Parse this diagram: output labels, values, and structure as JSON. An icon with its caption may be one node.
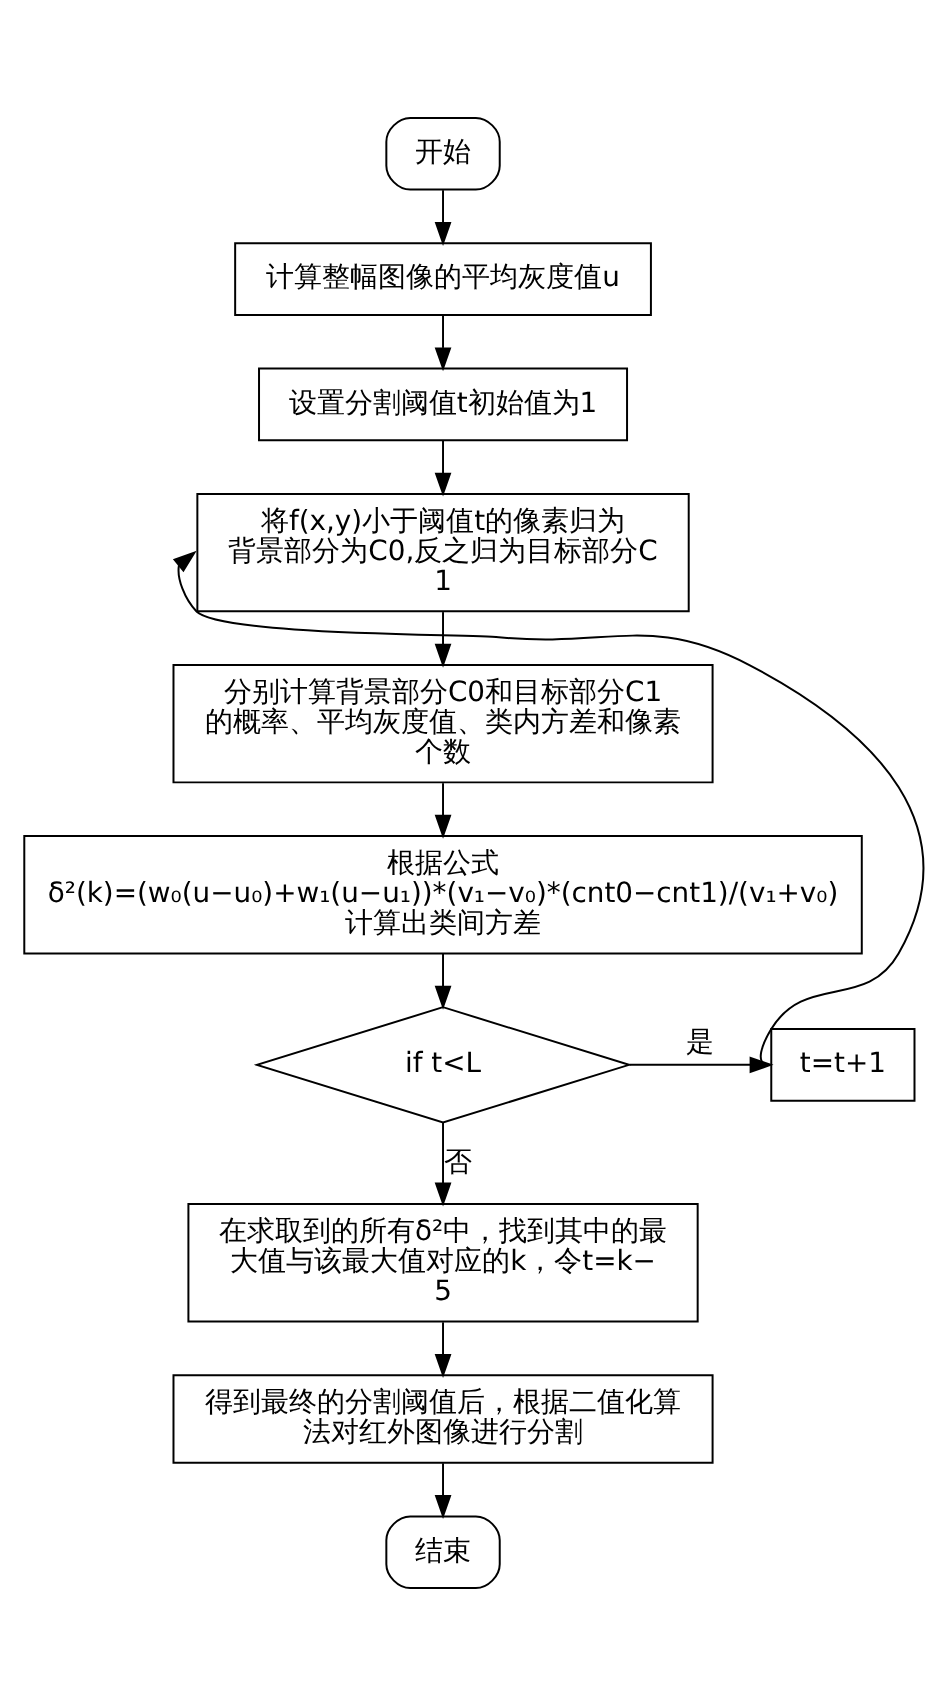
{
  "diagram": {
    "nodes": [
      {
        "text": [
          "开始"
        ]
      },
      {
        "text": [
          "计算整幅图像的平均灰度值u"
        ]
      },
      {
        "text": [
          "设置分割阈值t初始值为1"
        ]
      },
      {
        "text": [
          "将f(x,y)小于阈值t的像素归为背景部分为C0,反之归为目标部分C1"
        ]
      },
      {
        "text": [
          "分别计算背景部分C0和目标部分C1的概率、平均灰度值、类内方差和像素个数"
        ]
      },
      {
        "text": [
          "根据公式",
          "δ²(k)=(w₀(u−u₀)+w₁(u−u₁))*(v₁−v₀)*(cnt0−cnt1)/(v₁+v₀)",
          "计算出类间方差"
        ]
      },
      {
        "text": [
          "if t<L"
        ]
      },
      {
        "text": [
          "t=t+1"
        ]
      },
      {
        "text": [
          "在求取到的所有δ²中，找到其中的最大值与该最大值对应的k，令t=k−5"
        ]
      },
      {
        "text": [
          "得到最终的分割阈值后，根据二值化算法对红外图像进行分割"
        ]
      },
      {
        "text": [
          "结束"
        ]
      }
    ],
    "edges": [
      {
        "from": 0,
        "to": 1,
        "arrow": "to"
      },
      {
        "from": 1,
        "to": 2,
        "arrow": "to"
      },
      {
        "from": 2,
        "to": 3,
        "arrow": "to"
      },
      {
        "from": 3,
        "to": 4,
        "arrow": "to"
      },
      {
        "from": 4,
        "to": 5,
        "arrow": "to"
      },
      {
        "from": 5,
        "to": 6,
        "arrow": "to"
      },
      {
        "from": 6,
        "to": 7,
        "arrow": "to",
        "label": "是"
      },
      {
        "from": 7,
        "to": 3,
        "arrow": "to"
      },
      {
        "from": 6,
        "to": 8,
        "arrow": "to",
        "label": "否"
      },
      {
        "from": 8,
        "to": 9,
        "arrow": "to"
      },
      {
        "from": 9,
        "to": 10,
        "arrow": "to"
      }
    ]
  }
}
